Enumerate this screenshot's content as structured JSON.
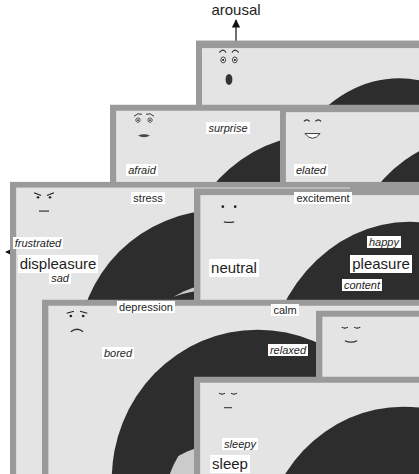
{
  "diagram": {
    "labels": [
      "arousal",
      "surprise",
      "afraid",
      "elated",
      "stress",
      "excitement",
      "frustrated",
      "happy",
      "displeasure",
      "pleasure",
      "neutral",
      "sad",
      "depression",
      "calm",
      "content",
      "relaxed",
      "bored",
      "sleepy",
      "sleep"
    ]
  }
}
